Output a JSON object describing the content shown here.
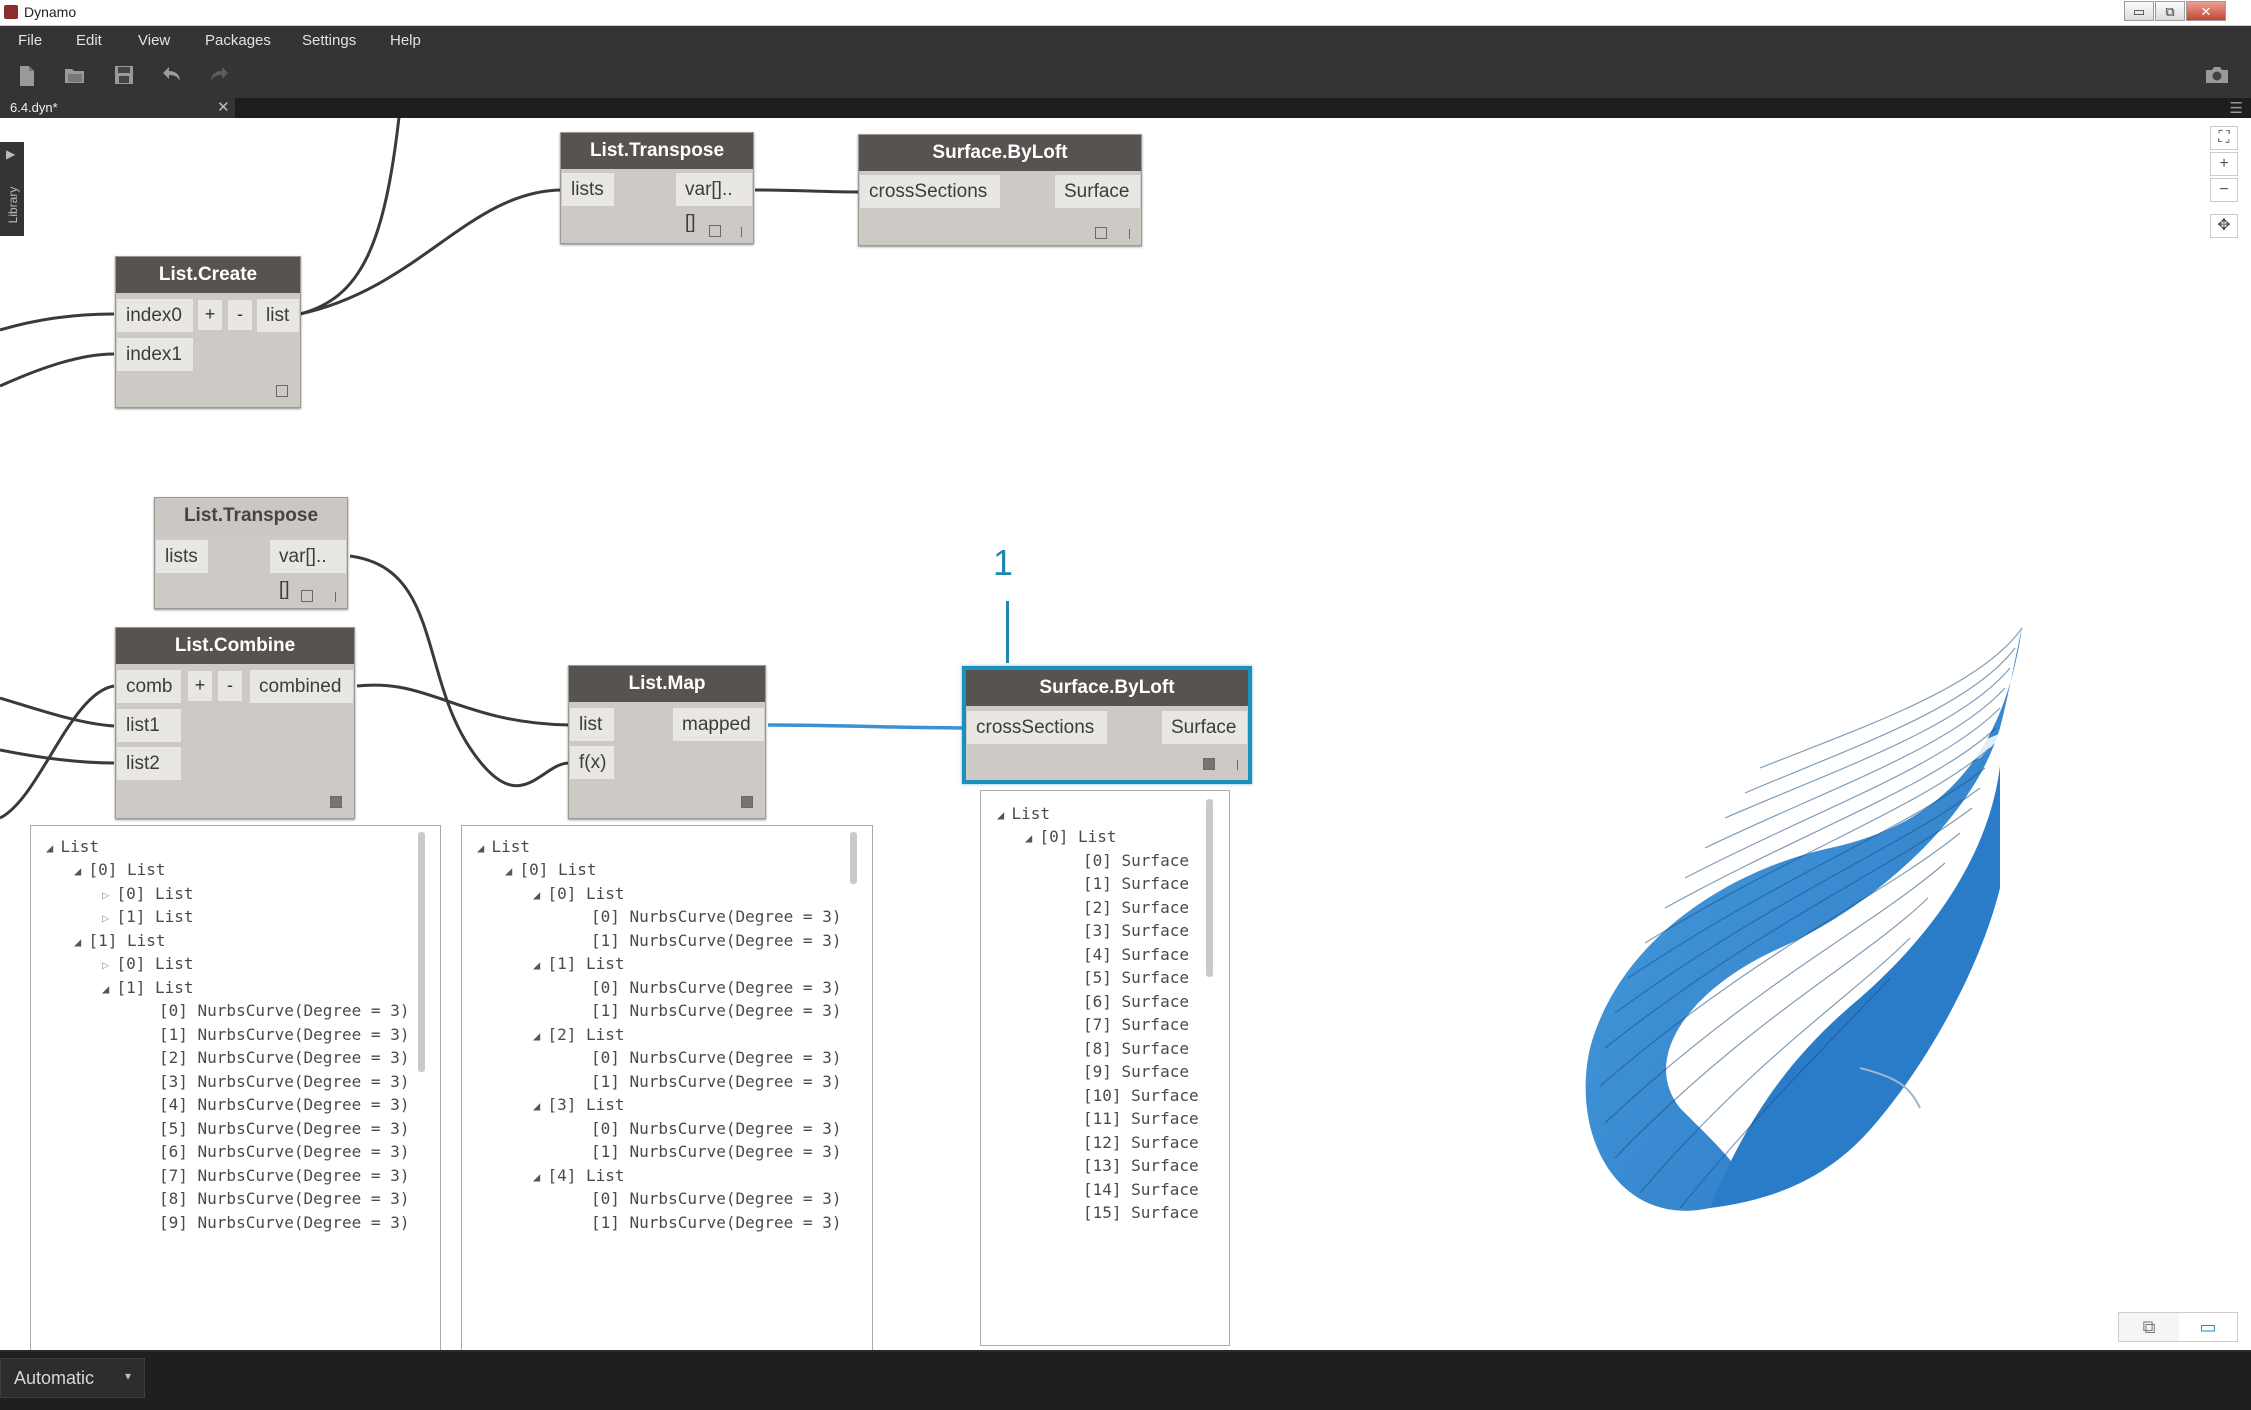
{
  "window": {
    "title": "Dynamo",
    "minimize": "▭",
    "restore": "⧉",
    "close": "✕"
  },
  "menu": [
    "File",
    "Edit",
    "View",
    "Packages",
    "Settings",
    "Help"
  ],
  "toolbar_icons": [
    "new-file-icon",
    "open-file-icon",
    "save-icon",
    "undo-icon",
    "redo-icon",
    "camera-icon"
  ],
  "tab": {
    "label": "6.4.dyn*",
    "close": "✕"
  },
  "library": {
    "label": "Library"
  },
  "nodes": {
    "list_create": {
      "title": "List.Create",
      "in0": "index0",
      "in1": "index1",
      "out": "list",
      "add": "+",
      "remove": "-"
    },
    "list_transpose_top": {
      "title": "List.Transpose",
      "in": "lists",
      "out": "var[]..[]"
    },
    "surface_byloft_top": {
      "title": "Surface.ByLoft",
      "in": "crossSections",
      "out": "Surface"
    },
    "list_transpose_mid": {
      "title": "List.Transpose",
      "in": "lists",
      "out": "var[]..[]"
    },
    "list_combine": {
      "title": "List.Combine",
      "in0": "comb",
      "in1": "list1",
      "in2": "list2",
      "out": "combined",
      "add": "+",
      "remove": "-"
    },
    "list_map": {
      "title": "List.Map",
      "in0": "list",
      "in1": "f(x)",
      "out": "mapped"
    },
    "surface_byloft_main": {
      "title": "Surface.ByLoft",
      "in": "crossSections",
      "out": "Surface"
    }
  },
  "callout": {
    "label": "1"
  },
  "watch_combine": [
    "List",
    "[0] List",
    "[0] List",
    "[1] List",
    "[1] List",
    "[0] List",
    "[1] List",
    "[0] NurbsCurve(Degree = 3)",
    "[1] NurbsCurve(Degree = 3)",
    "[2] NurbsCurve(Degree = 3)",
    "[3] NurbsCurve(Degree = 3)",
    "[4] NurbsCurve(Degree = 3)",
    "[5] NurbsCurve(Degree = 3)",
    "[6] NurbsCurve(Degree = 3)",
    "[7] NurbsCurve(Degree = 3)",
    "[8] NurbsCurve(Degree = 3)",
    "[9] NurbsCurve(Degree = 3)"
  ],
  "watch_map": [
    "List",
    "[0] List",
    "[0] List",
    "[0] NurbsCurve(Degree = 3)",
    "[1] NurbsCurve(Degree = 3)",
    "[1] List",
    "[0] NurbsCurve(Degree = 3)",
    "[1] NurbsCurve(Degree = 3)",
    "[2] List",
    "[0] NurbsCurve(Degree = 3)",
    "[1] NurbsCurve(Degree = 3)",
    "[3] List",
    "[0] NurbsCurve(Degree = 3)",
    "[1] NurbsCurve(Degree = 3)",
    "[4] List",
    "[0] NurbsCurve(Degree = 3)",
    "[1] NurbsCurve(Degree = 3)"
  ],
  "watch_loft": [
    "List",
    "[0] List",
    "[0] Surface",
    "[1] Surface",
    "[2] Surface",
    "[3] Surface",
    "[4] Surface",
    "[5] Surface",
    "[6] Surface",
    "[7] Surface",
    "[8] Surface",
    "[9] Surface",
    "[10] Surface",
    "[11] Surface",
    "[12] Surface",
    "[13] Surface",
    "[14] Surface",
    "[15] Surface"
  ],
  "nav": {
    "zoom_fit": "⛶",
    "zoom_in": "+",
    "zoom_out": "−",
    "pan": "✥"
  },
  "view_toggle": {
    "geometry": "⧉",
    "graph": "▭"
  },
  "run": {
    "mode": "Automatic",
    "caret": "▾"
  },
  "colors": {
    "accent": "#1c90bd",
    "node_header": "#565350",
    "node_body": "#cdcac6",
    "wire": "#3a3a3a",
    "geometry": "#3b8fd6"
  }
}
